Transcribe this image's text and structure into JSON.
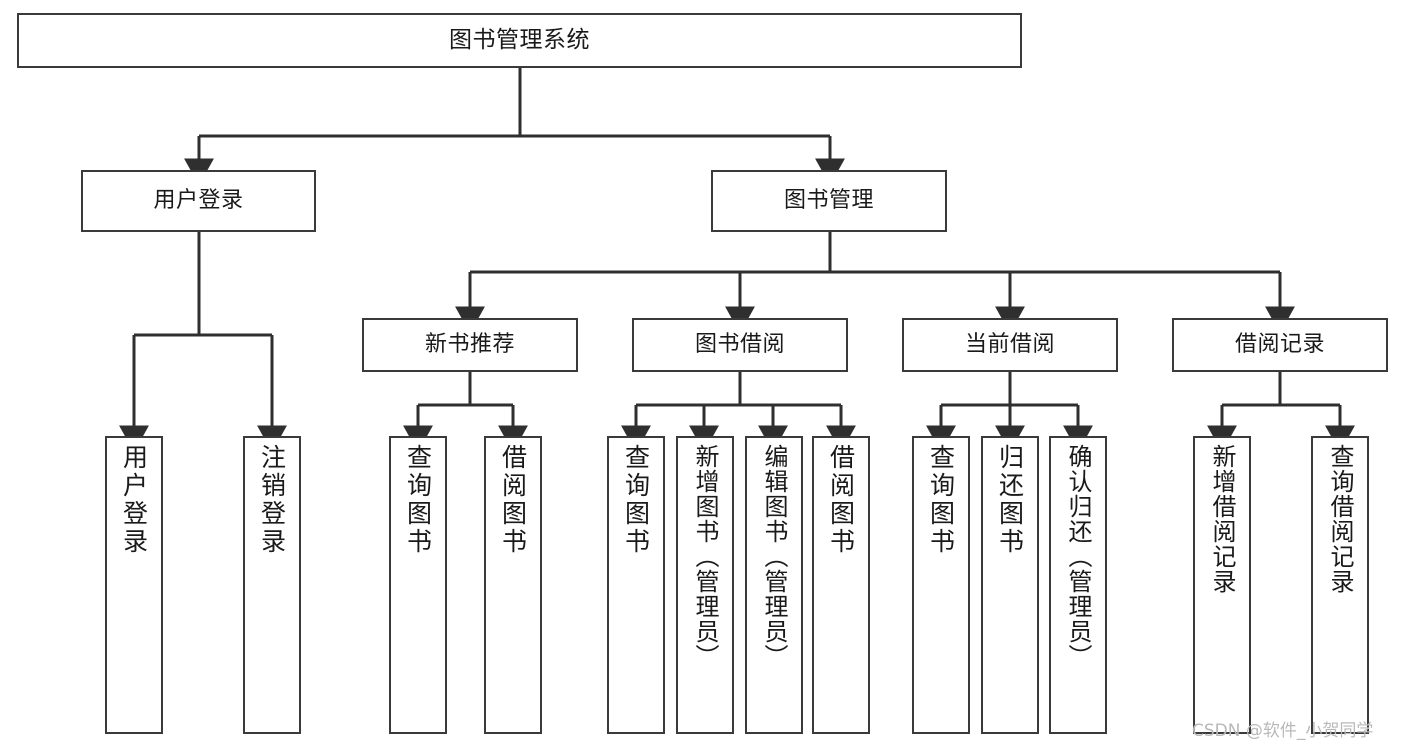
{
  "diagram": {
    "type": "tree",
    "title": "图书管理系统",
    "orientation": "top-down",
    "colors": {
      "node_border": "#3a3a3a",
      "node_fill": "#ffffff",
      "edge": "#2f2f2f",
      "text": "#1a1a1a",
      "watermark": "#b9b9b9"
    },
    "root": {
      "label": "图书管理系统"
    },
    "level2": [
      {
        "label": "用户登录"
      },
      {
        "label": "图书管理"
      }
    ],
    "level3": [
      {
        "label": "新书推荐"
      },
      {
        "label": "图书借阅"
      },
      {
        "label": "当前借阅"
      },
      {
        "label": "借阅记录"
      }
    ],
    "leaves": {
      "user_login": [
        {
          "label": "用户登录"
        },
        {
          "label": "注销登录"
        }
      ],
      "new_book_recommend": [
        {
          "label": "查询图书"
        },
        {
          "label": "借阅图书"
        }
      ],
      "book_borrow": [
        {
          "label": "查询图书"
        },
        {
          "label": "新增图书（管理员）"
        },
        {
          "label": "编辑图书（管理员）"
        },
        {
          "label": "借阅图书"
        }
      ],
      "current_borrow": [
        {
          "label": "查询图书"
        },
        {
          "label": "归还图书"
        },
        {
          "label": "确认归还（管理员）"
        }
      ],
      "borrow_record": [
        {
          "label": "新增借阅记录"
        },
        {
          "label": "查询借阅记录"
        }
      ]
    }
  },
  "watermark": {
    "text": "CSDN @软件_小贺同学"
  }
}
